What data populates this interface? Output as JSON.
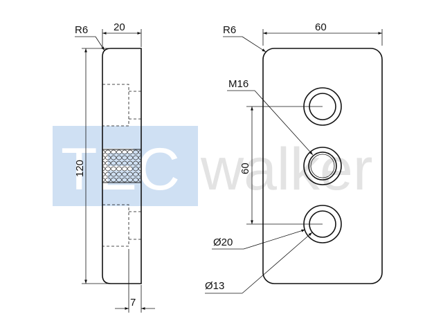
{
  "drawing": {
    "side_view": {
      "radius_label": "R6",
      "width_label": "20",
      "height_label": "120",
      "thread_offset_label": "7"
    },
    "front_view": {
      "radius_label": "R6",
      "width_label": "60",
      "thread_label": "M16",
      "spacing_label": "60",
      "counterbore_label": "Ø20",
      "hole_label": "Ø13"
    }
  },
  "watermark": {
    "boxed_text": "TEC",
    "trailing_text": "walker",
    "box_color": "#cfe0f3"
  }
}
